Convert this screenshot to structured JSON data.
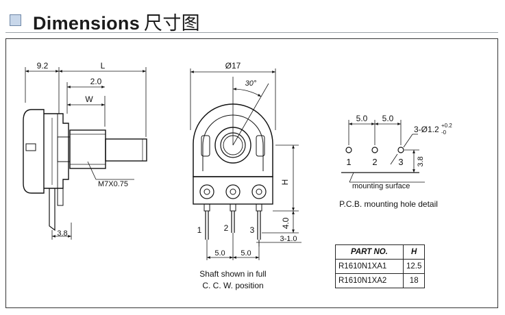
{
  "title": {
    "text": "Dimensions",
    "cn": "尺寸图"
  },
  "side_view": {
    "dim_9_2": "9.2",
    "dim_L": "L",
    "dim_2_0": "2.0",
    "dim_W": "W",
    "thread_label": "M7X0.75",
    "dim_3_8": "3.8"
  },
  "front_view": {
    "dim_diameter": "Ø17",
    "dim_angle": "30°",
    "dim_H": "H",
    "dim_4_0": "4.0",
    "dim_3_1_0": "3-1.0",
    "pin_1": "1",
    "pin_2": "2",
    "pin_3": "3",
    "dim_5_0_left": "5.0",
    "dim_5_0_right": "5.0",
    "caption_line1": "Shaft shown in full",
    "caption_line2": "C. C. W.  position"
  },
  "pcb_detail": {
    "dim_5_0_left": "5.0",
    "dim_5_0_right": "5.0",
    "hole_spec": "3-Ø1.2",
    "tol_plus": "+0.2",
    "tol_minus": "-0",
    "dim_3_8": "3.8",
    "pin_1": "1",
    "pin_2": "2",
    "pin_3": "3",
    "surface_label": "mounting surface",
    "caption": "P.C.B.  mounting hole detail"
  },
  "part_table": {
    "headers": [
      "PART NO.",
      "H"
    ],
    "rows": [
      [
        "R1610N1XA1",
        "12.5"
      ],
      [
        "R1610N1XA2",
        "18"
      ]
    ]
  }
}
